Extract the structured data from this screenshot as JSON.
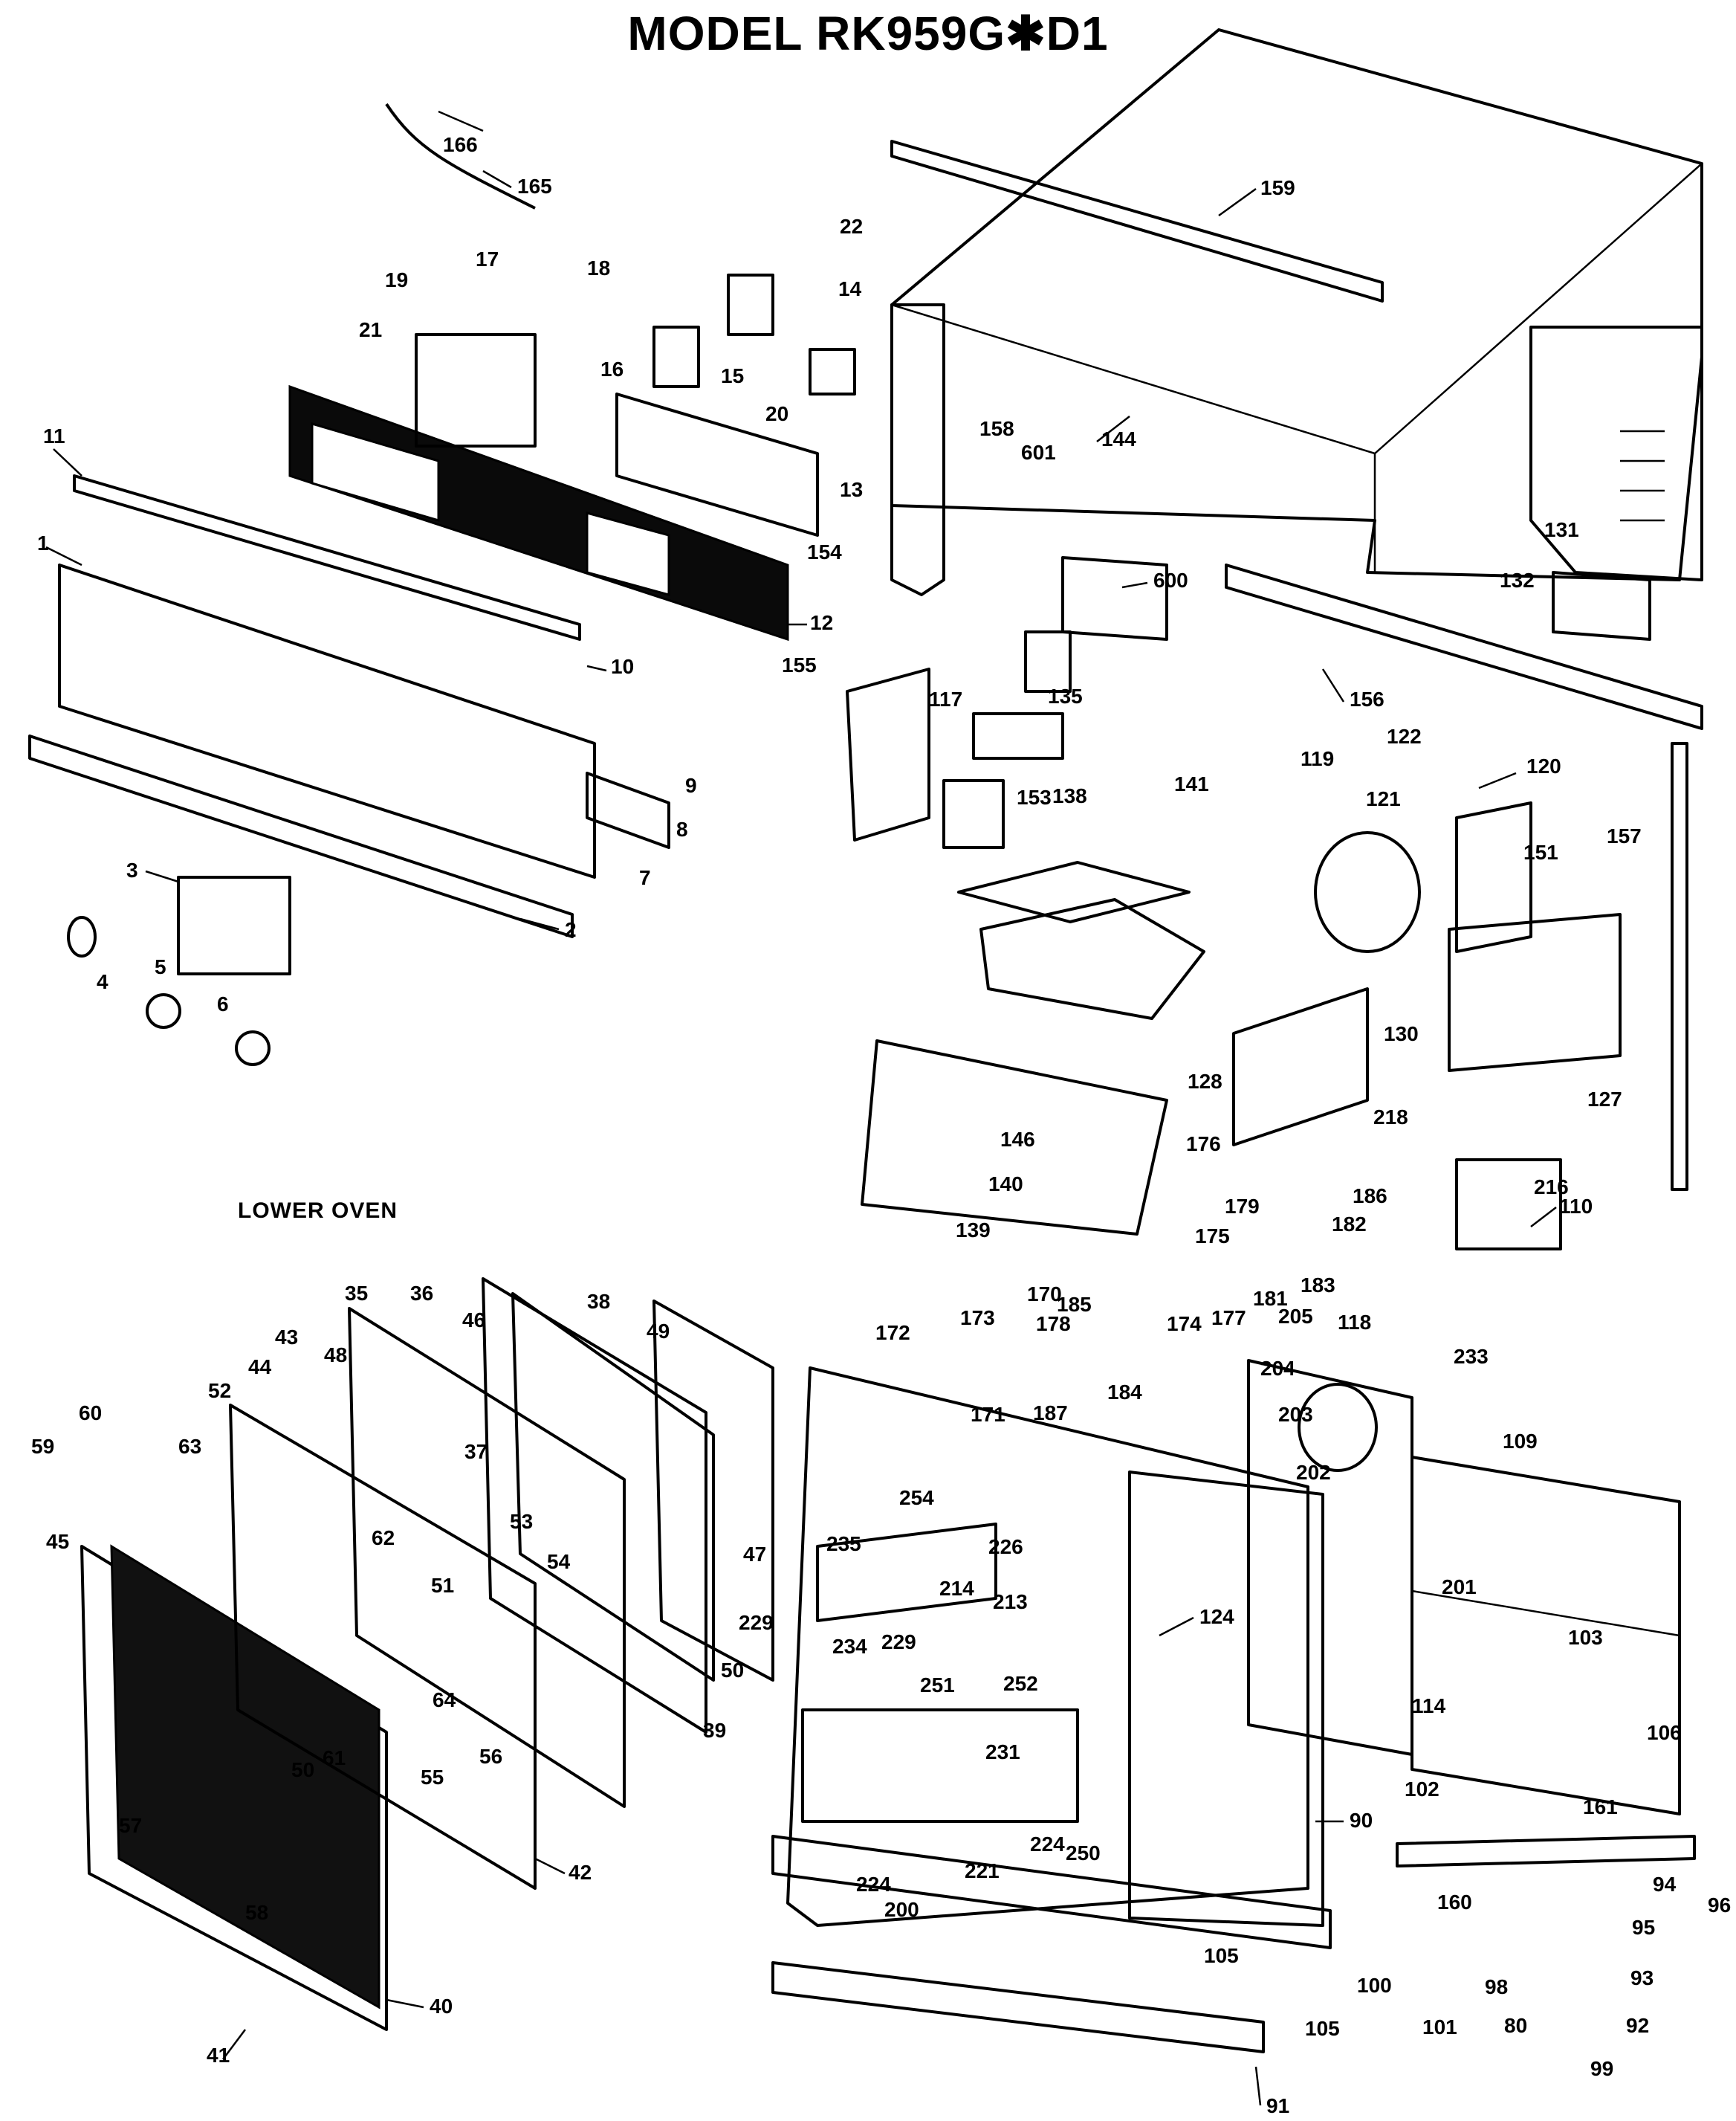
{
  "title": "MODEL RK959G✱D1",
  "section_label": "LOWER OVEN",
  "callouts": [
    "1",
    "2",
    "3",
    "4",
    "5",
    "6",
    "7",
    "8",
    "9",
    "10",
    "11",
    "12",
    "13",
    "14",
    "15",
    "16",
    "17",
    "18",
    "19",
    "20",
    "21",
    "22",
    "35",
    "36",
    "37",
    "38",
    "39",
    "40",
    "41",
    "42",
    "43",
    "44",
    "45",
    "46",
    "47",
    "48",
    "49",
    "50",
    "50",
    "51",
    "52",
    "53",
    "54",
    "55",
    "56",
    "57",
    "58",
    "59",
    "60",
    "61",
    "62",
    "63",
    "64",
    "80",
    "90",
    "91",
    "92",
    "93",
    "94",
    "95",
    "96",
    "98",
    "99",
    "100",
    "101",
    "102",
    "103",
    "105",
    "105",
    "106",
    "109",
    "110",
    "114",
    "117",
    "118",
    "119",
    "120",
    "121",
    "122",
    "124",
    "127",
    "128",
    "130",
    "131",
    "132",
    "135",
    "138",
    "139",
    "140",
    "141",
    "144",
    "146",
    "151",
    "153",
    "154",
    "155",
    "156",
    "157",
    "158",
    "159",
    "160",
    "161",
    "165",
    "166",
    "170",
    "171",
    "172",
    "173",
    "174",
    "175",
    "176",
    "177",
    "178",
    "179",
    "181",
    "182",
    "183",
    "184",
    "185",
    "186",
    "187",
    "200",
    "201",
    "202",
    "203",
    "204",
    "205",
    "213",
    "214",
    "216",
    "218",
    "221",
    "224",
    "224",
    "226",
    "229",
    "229",
    "231",
    "233",
    "234",
    "235",
    "250",
    "251",
    "252",
    "254",
    "600",
    "601"
  ]
}
